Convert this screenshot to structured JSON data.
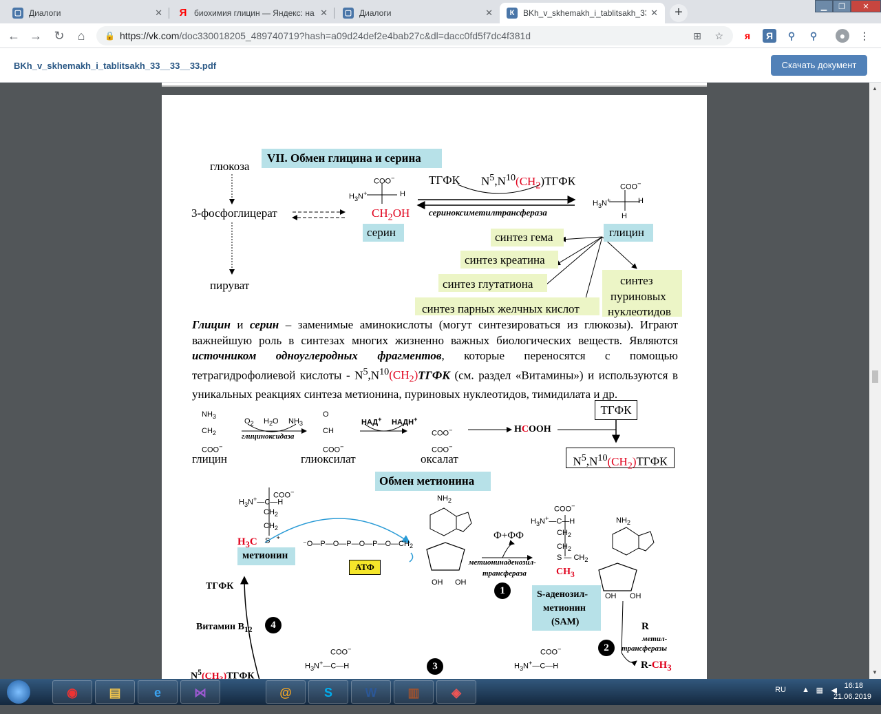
{
  "browser": {
    "tabs": [
      {
        "label": "Диалоги",
        "icon": "vk-icon",
        "active": false
      },
      {
        "label": "биохимия глицин — Яндекс: на",
        "icon": "yandex-icon",
        "active": false
      },
      {
        "label": "Диалоги",
        "icon": "vk-icon",
        "active": false
      },
      {
        "label": "BKh_v_skhemakh_i_tablitsakh_33",
        "icon": "vk-icon",
        "active": true
      }
    ],
    "new_tab": "+",
    "url_host": "https://vk.com",
    "url_path": "/doc330018205_489740719?hash=a09d24def2e4bab27c&dl=dacc0fd5f7dc4f381d"
  },
  "doc_header": {
    "filename": "BKh_v_skhemakh_i_tablitsakh_33__33__33.pdf",
    "download_label": "Скачать документ"
  },
  "page": {
    "section_title": "VII. Обмен глицина и серина",
    "glucose": "глюкоза",
    "phosphoglycerate": "3-фосфоглицерат",
    "pyruvate": "пируват",
    "serine_label": "серин",
    "serine_ch2oh": "CH",
    "serine_oh": "OH",
    "tgfk": "ТГФК",
    "methylene_tgfk_pre": "N",
    "methylene_tgfk_mid": "(CH",
    "methylene_tgfk_post": ")ТГФК",
    "enzyme_shmt": "сериноксиметилтрансфераза",
    "glycine_label": "глицин",
    "synth_heme": "синтез гема",
    "synth_creatine": "синтез креатина",
    "synth_glutathione": "синтез глутатиона",
    "synth_bile": "синтез парных желчных кислот",
    "synth_purine_1": "синтез",
    "synth_purine_2": "пуриновых",
    "synth_purine_3": "нуклеотидов",
    "coo": "COO",
    "h3n": "H",
    "ch": "C",
    "h": "H",
    "para_1_glycine": "Глицин",
    "para_1_and": " и ",
    "para_1_serine": "серин",
    "para_1_rest": " – заменимые аминокислоты (могут синтезироваться из глюкозы). Играют важнейшую роль в синтезах многих жизненно важных биологических веществ. Являются ",
    "para_1_sources": "источником одноуглеродных фрагментов",
    "para_1_rest2": ", которые переносятся с помощью тетрагидрофолиевой кислоты - N",
    "para_1_tgfk": "ТГФК",
    "para_1_rest3": " (см. раздел «Витамины») и используются в уникальных реакциях синтеза метионина, пуриновых нуклеотидов, тимидилата и др.",
    "glycine_caption": "глицин",
    "glyoxylate_caption": "глиоксилат",
    "oxalate_caption": "оксалат",
    "glycine_oxidase": "глициноксидаза",
    "o2": "O",
    "h2o": "H",
    "nh3": "NH",
    "nad": "НАД",
    "nadh": "НАДН",
    "formic_h": "H",
    "formic_c": "C",
    "formic_ooh": "OOH",
    "tgfk_box": "ТГФК",
    "nh3_top": "NH",
    "ch2_label": "CH",
    "ch_label": "CH",
    "o_label": "O",
    "methionine_title": "Обмен метионина",
    "methionine_label": "метионин",
    "h3c": "C",
    "s_plus": "S",
    "atf": "АТФ",
    "ff": "Ф+ФФ",
    "enzyme_mat_1": "метионинаденозил-",
    "enzyme_mat_2": "трансфераза",
    "sam_1": "S-аденозил-",
    "sam_2": "метионин",
    "sam_3": "(SAM)",
    "ch3": "CH",
    "r": "R",
    "r_ch3_pre": "R-",
    "methyltransferase_1": "метил-",
    "methyltransferase_2": "трансферазы",
    "tgfk_left": "ТГФК",
    "vitamin_b12": "Витамин В",
    "n5_tgfk": "N",
    "n5_mid": "(CH",
    "n5_post": ")ТГФК",
    "step_1": "1",
    "step_2": "2",
    "step_3": "3",
    "step_4": "4",
    "oh": "OH",
    "nh2": "NH",
    "n": "N",
    "o": "O",
    "p": "P"
  },
  "taskbar": {
    "lang": "RU",
    "time": "16:18",
    "date": "21.06.2019"
  }
}
